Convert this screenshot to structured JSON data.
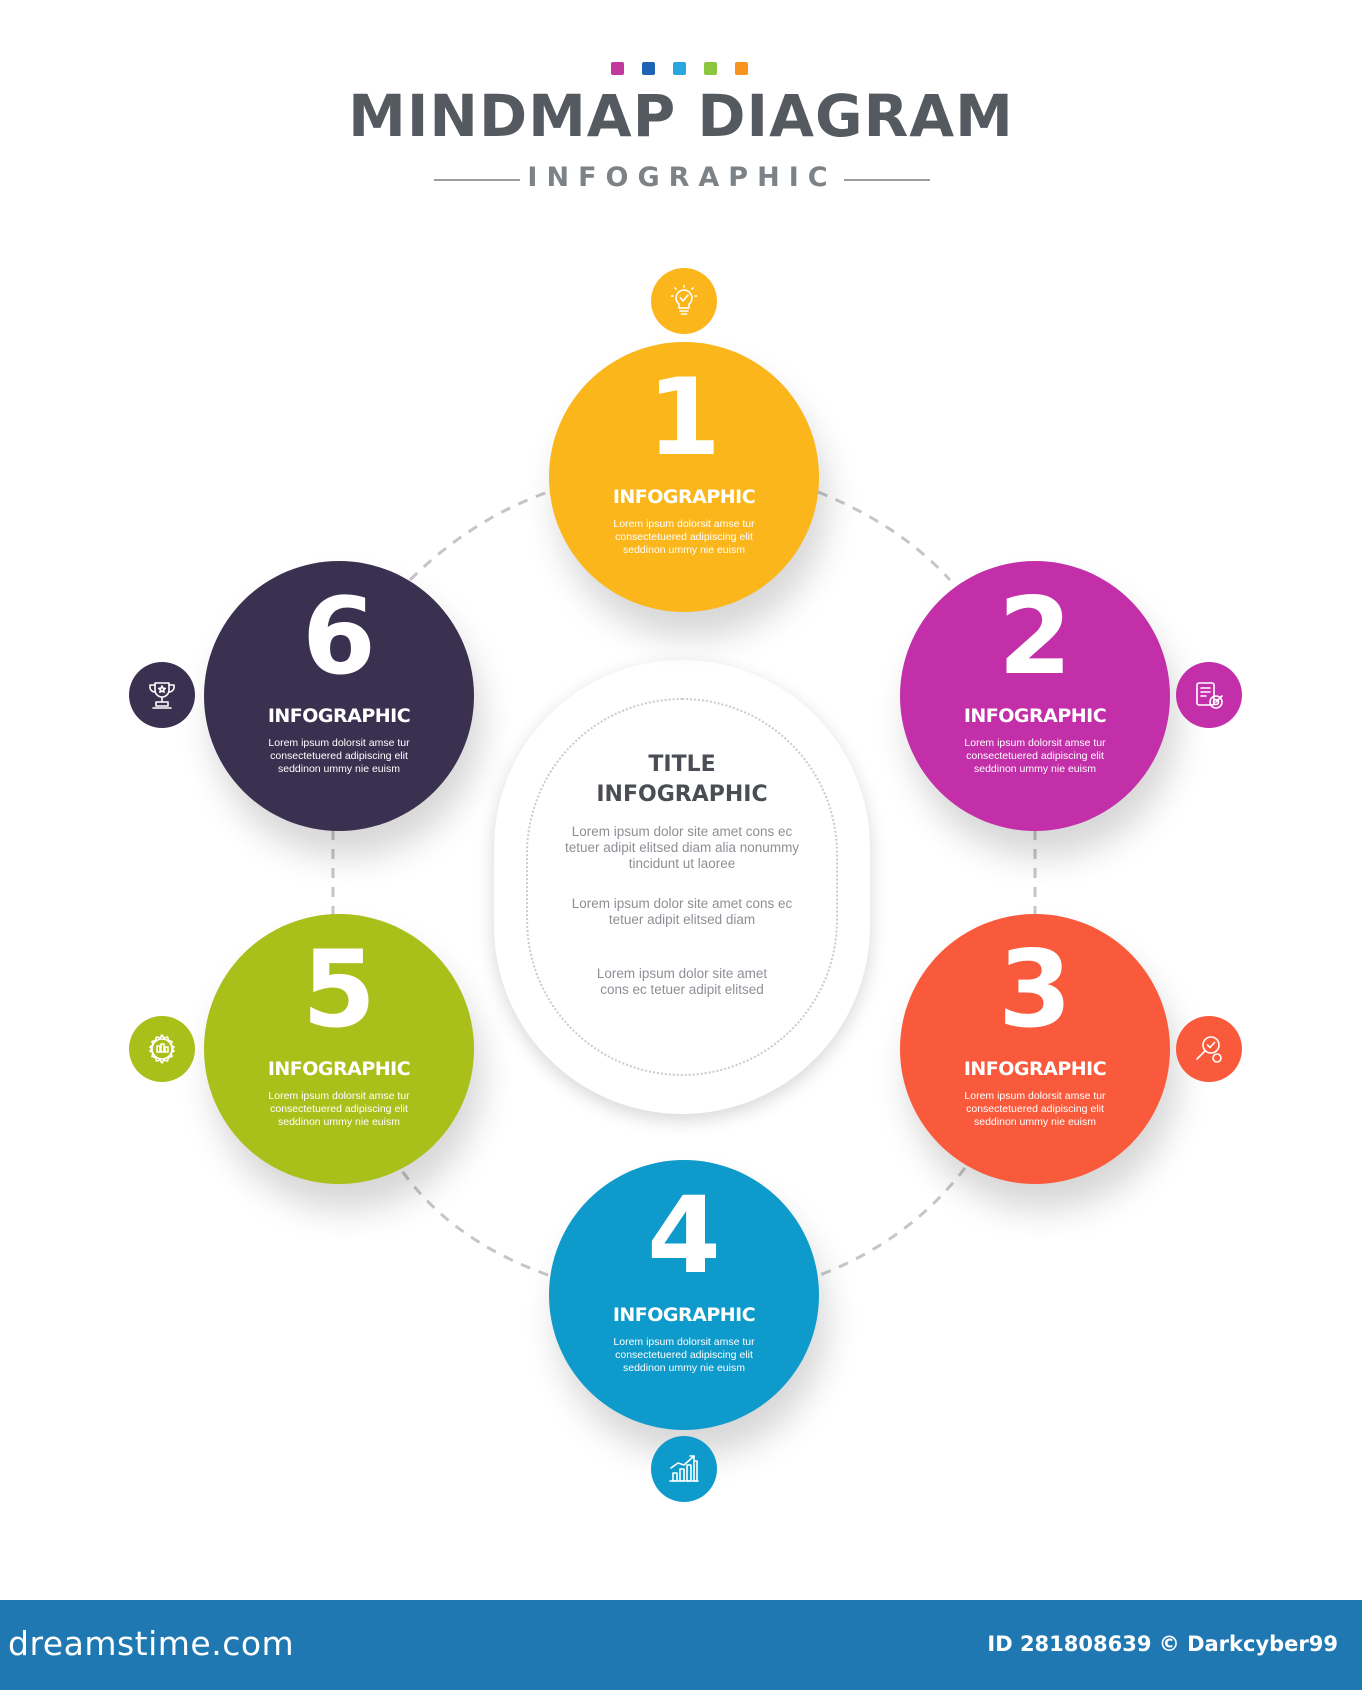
{
  "header": {
    "title": "MINDMAP DIAGRAM",
    "subtitle": "INFOGRAPHIC",
    "accent_dots": [
      "#c2399d",
      "#1f63b5",
      "#2aa6de",
      "#8cc63f",
      "#f7931e"
    ]
  },
  "center": {
    "title_line1": "TITLE",
    "title_line2": "INFOGRAPHIC",
    "paragraph1": "Lorem ipsum dolor site amet cons ec tetuer adipit elitsed diam alia nonummy tincidunt ut laoree",
    "paragraph2": "Lorem ipsum dolor site amet cons ec tetuer adipit elitsed diam",
    "paragraph3": "Lorem ipsum dolor site amet cons ec tetuer adipit elitsed"
  },
  "nodes": [
    {
      "number": "1",
      "label": "INFOGRAPHIC",
      "text": "Lorem ipsum dolorsit amse tur consectetuered adipiscing elit seddinon ummy nie euism",
      "color": "#fbb61b",
      "icon": "lightbulb-icon"
    },
    {
      "number": "2",
      "label": "INFOGRAPHIC",
      "text": "Lorem ipsum dolorsit amse tur consectetuered adipiscing elit seddinon ummy nie euism",
      "color": "#c32fa8",
      "icon": "checklist-target-icon"
    },
    {
      "number": "3",
      "label": "INFOGRAPHIC",
      "text": "Lorem ipsum dolorsit amse tur consectetuered adipiscing elit seddinon ummy nie euism",
      "color": "#fa5a3c",
      "icon": "magnifier-check-icon"
    },
    {
      "number": "4",
      "label": "INFOGRAPHIC",
      "text": "Lorem ipsum dolorsit amse tur consectetuered adipiscing elit seddinon ummy nie euism",
      "color": "#0e9aca",
      "icon": "growth-chart-icon"
    },
    {
      "number": "5",
      "label": "INFOGRAPHIC",
      "text": "Lorem ipsum dolorsit amse tur consectetuered adipiscing elit seddinon ummy nie euism",
      "color": "#a9c01b",
      "icon": "gear-badge-icon"
    },
    {
      "number": "6",
      "label": "INFOGRAPHIC",
      "text": "Lorem ipsum dolorsit amse tur consectetuered adipiscing elit seddinon ummy nie euism",
      "color": "#3a3150",
      "icon": "trophy-icon"
    }
  ],
  "footer": {
    "logo": "dreamstime.com",
    "credit": "ID 281808639 © Darkcyber99",
    "color": "#1f78b2"
  }
}
